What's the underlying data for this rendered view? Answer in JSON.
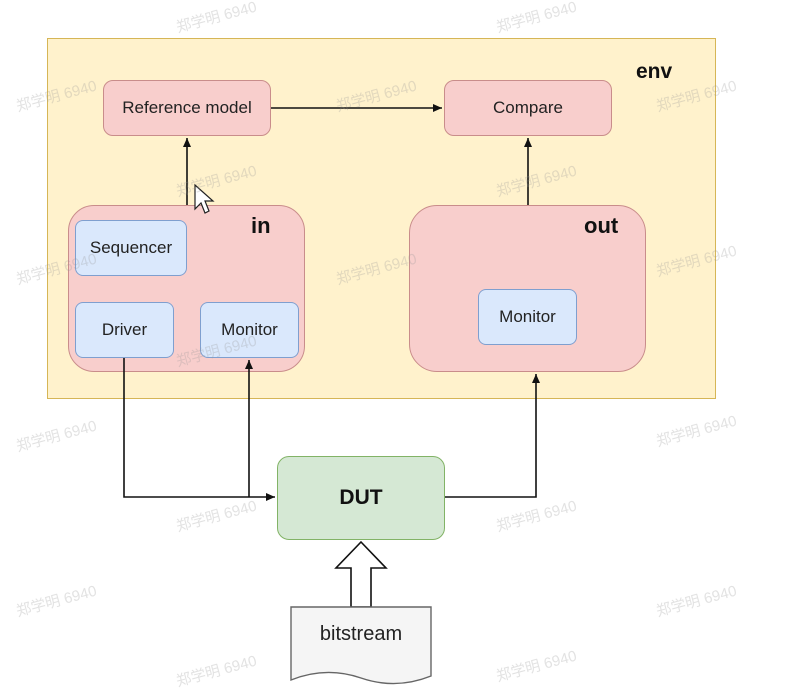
{
  "env_label": "env",
  "reference_model_label": "Reference model",
  "compare_label": "Compare",
  "in_label": "in",
  "out_label": "out",
  "sequencer_label": "Sequencer",
  "driver_label": "Driver",
  "in_monitor_label": "Monitor",
  "out_monitor_label": "Monitor",
  "dut_label": "DUT",
  "bitstream_label": "bitstream",
  "watermark_text": "郑学明 6940",
  "colors": {
    "env_fill": "#fff2cc",
    "component_fill": "#f8cecc",
    "subcomponent_fill": "#dae8fc",
    "dut_fill": "#d5e8d4",
    "document_fill": "#f5f5f5"
  }
}
